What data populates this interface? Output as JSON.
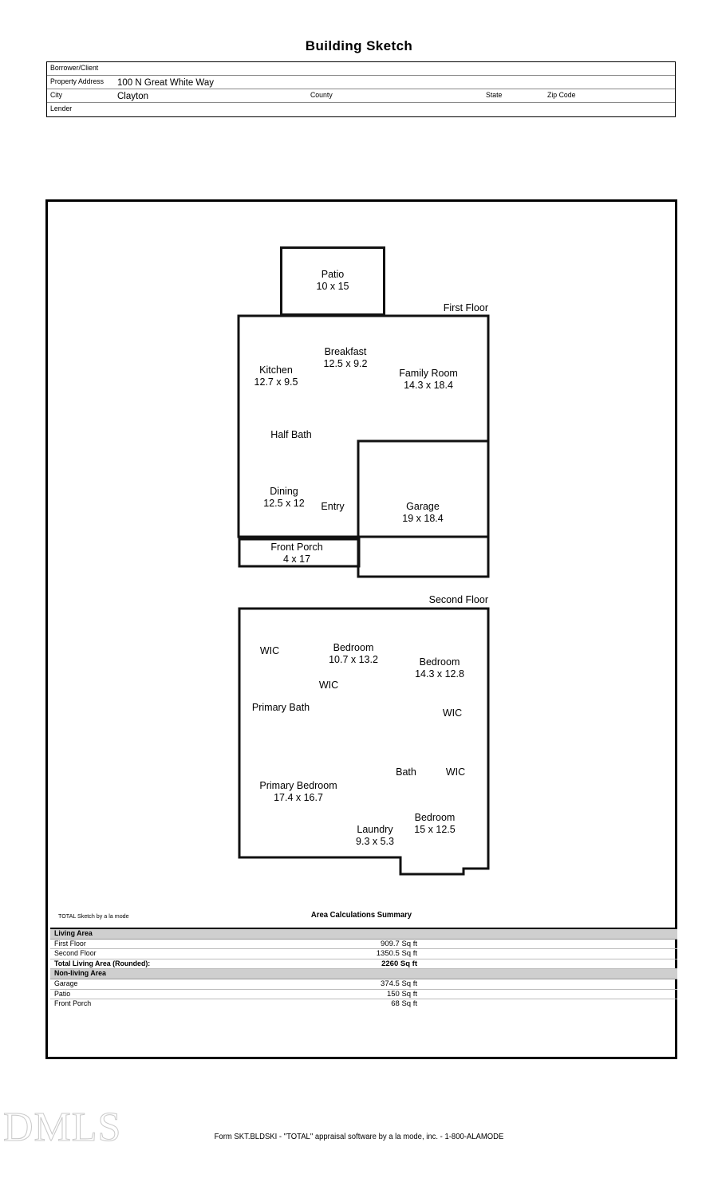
{
  "document": {
    "title": "Building Sketch",
    "footer_note": "Form SKT.BLDSKI - \"TOTAL\" appraisal software by a la mode, inc. - 1-800-ALAMODE",
    "watermark": "DMLS"
  },
  "header_fields": {
    "borrower_label": "Borrower/Client",
    "borrower_value": "",
    "property_address_label": "Property Address",
    "property_address_value": "100 N Great White Way",
    "city_label": "City",
    "city_value": "Clayton",
    "county_label": "County",
    "county_value": "",
    "state_label": "State",
    "state_value": "",
    "zip_label": "Zip Code",
    "zip_value": "",
    "lender_label": "Lender",
    "lender_value": ""
  },
  "sketch": {
    "first_floor_tag": "First Floor",
    "second_floor_tag": "Second Floor",
    "first_floor_rooms": [
      {
        "name": "Patio",
        "dim": "10 x 15"
      },
      {
        "name": "Breakfast",
        "dim": "12.5 x 9.2"
      },
      {
        "name": "Kitchen",
        "dim": "12.7 x 9.5"
      },
      {
        "name": "Family Room",
        "dim": "14.3 x 18.4"
      },
      {
        "name": "Half Bath",
        "dim": ""
      },
      {
        "name": "Dining",
        "dim": "12.5 x 12"
      },
      {
        "name": "Entry",
        "dim": ""
      },
      {
        "name": "Garage",
        "dim": "19 x 18.4"
      },
      {
        "name": "Front Porch",
        "dim": "4 x 17"
      }
    ],
    "second_floor_rooms": [
      {
        "name": "WIC",
        "dim": ""
      },
      {
        "name": "Bedroom",
        "dim": "10.7 x 13.2"
      },
      {
        "name": "Bedroom",
        "dim": "14.3 x 12.8"
      },
      {
        "name": "WIC",
        "dim": ""
      },
      {
        "name": "Primary Bath",
        "dim": ""
      },
      {
        "name": "WIC",
        "dim": ""
      },
      {
        "name": "Bath",
        "dim": ""
      },
      {
        "name": "WIC",
        "dim": ""
      },
      {
        "name": "Primary Bedroom",
        "dim": "17.4 x 16.7"
      },
      {
        "name": "Laundry",
        "dim": "9.3 x 5.3"
      },
      {
        "name": "Bedroom",
        "dim": "15 x 12.5"
      }
    ]
  },
  "area_summary": {
    "sketch_by": "TOTAL Sketch by a la mode",
    "title": "Area Calculations Summary",
    "rows": [
      {
        "type": "section",
        "name": "Living Area",
        "value": ""
      },
      {
        "type": "item",
        "name": "First Floor",
        "value": "909.7 Sq ft"
      },
      {
        "type": "item",
        "name": "Second Floor",
        "value": "1350.5 Sq ft"
      },
      {
        "type": "total",
        "name": "Total Living Area (Rounded):",
        "value": "2260 Sq ft"
      },
      {
        "type": "section",
        "name": "Non-living Area",
        "value": ""
      },
      {
        "type": "item",
        "name": "Garage",
        "value": "374.5 Sq ft"
      },
      {
        "type": "item",
        "name": "Patio",
        "value": "150 Sq ft"
      },
      {
        "type": "item",
        "name": "Front Porch",
        "value": "68 Sq ft"
      }
    ]
  }
}
